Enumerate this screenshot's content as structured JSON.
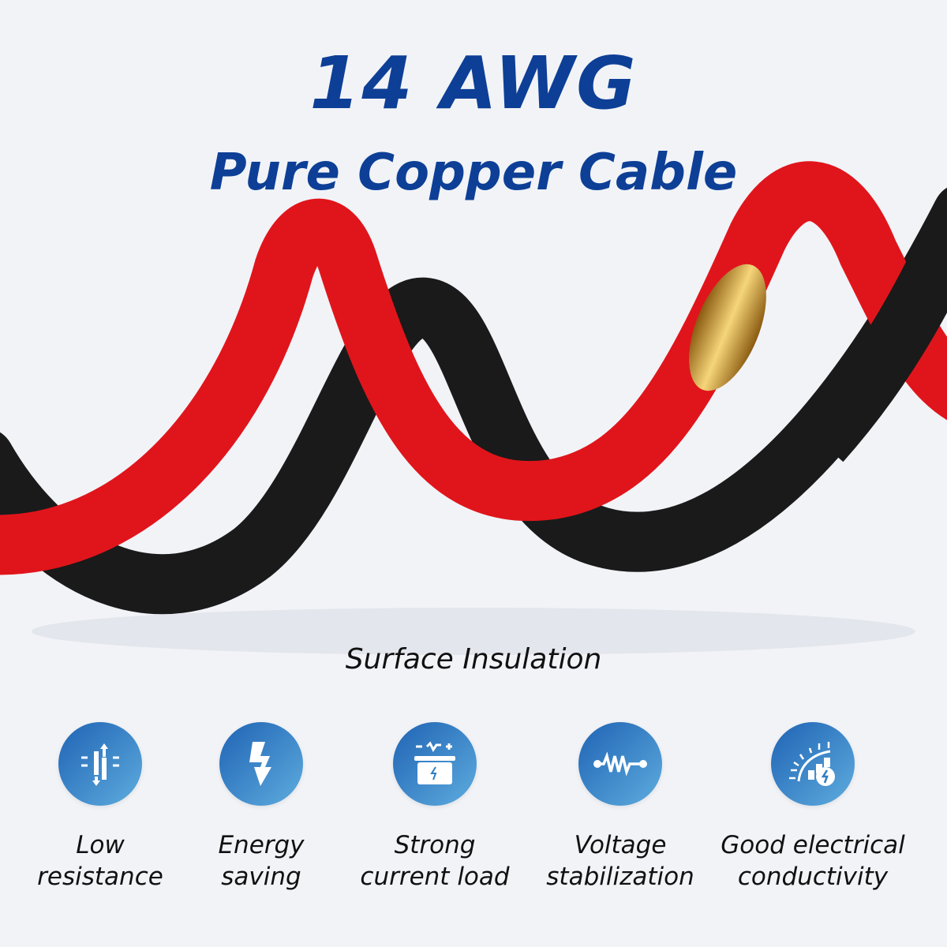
{
  "heading": {
    "line1": "14 AWG",
    "line2": "Pure Copper Cable"
  },
  "colors": {
    "title": "#0d3f96",
    "red_cable": "#e0151b",
    "black_cable": "#1a1a1a",
    "icon_bg": "#2f7cc4"
  },
  "subheading": "Surface Insulation",
  "features": [
    {
      "icon": "low-resistance-icon",
      "line1": "Low",
      "line2": "resistance"
    },
    {
      "icon": "lightning-icon",
      "line1": "Energy",
      "line2": "saving"
    },
    {
      "icon": "battery-icon",
      "line1": "Strong",
      "line2": "current load"
    },
    {
      "icon": "resistor-wave-icon",
      "line1": "Voltage",
      "line2": "stabilization"
    },
    {
      "icon": "conductivity-icon",
      "line1": "Good electrical",
      "line2": "conductivity"
    }
  ]
}
